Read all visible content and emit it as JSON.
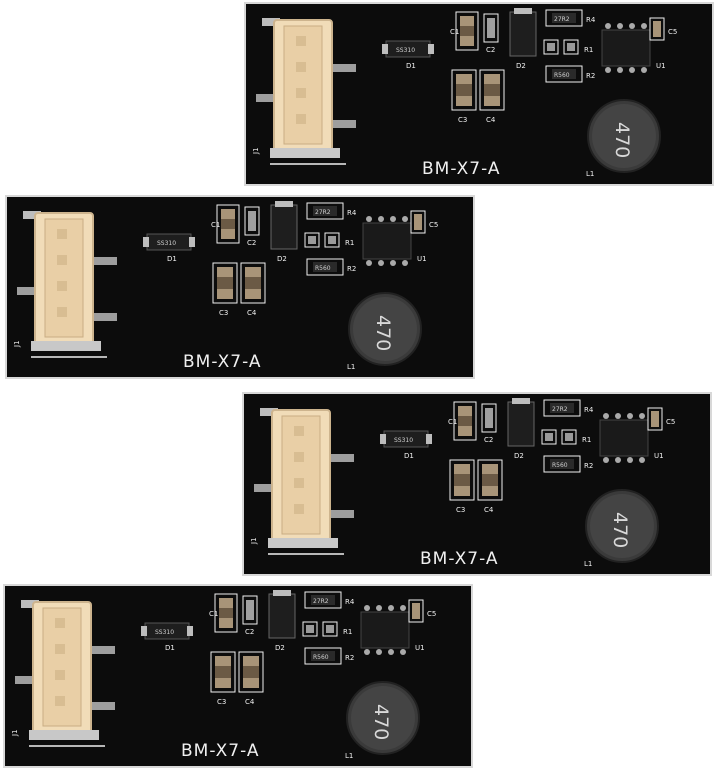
{
  "boards": [
    {
      "model": "BM-X7-A",
      "connector": "J1",
      "diode": "SS310",
      "diode_ref": "D1",
      "diode2_ref": "D2",
      "capacitors": [
        "C1",
        "C2",
        "C3",
        "C4",
        "C5"
      ],
      "resistors": [
        "R1",
        "R2",
        "R4"
      ],
      "resistor_codes": [
        "27R2",
        "R560"
      ],
      "ic_ref": "U1",
      "inductor_value": "470",
      "inductor_ref": "L1"
    },
    {
      "model": "BM-X7-A",
      "connector": "J1",
      "diode": "SS310",
      "diode_ref": "D1",
      "diode2_ref": "D2",
      "capacitors": [
        "C1",
        "C2",
        "C3",
        "C4",
        "C5"
      ],
      "resistors": [
        "R1",
        "R2",
        "R4"
      ],
      "resistor_codes": [
        "27R2",
        "R560"
      ],
      "ic_ref": "U1",
      "inductor_value": "470",
      "inductor_ref": "L1"
    },
    {
      "model": "BM-X7-A",
      "connector": "J1",
      "diode": "SS310",
      "diode_ref": "D1",
      "diode2_ref": "D2",
      "capacitors": [
        "C1",
        "C2",
        "C3",
        "C4",
        "C5"
      ],
      "resistors": [
        "R1",
        "R2",
        "R4"
      ],
      "resistor_codes": [
        "27R2",
        "R560"
      ],
      "ic_ref": "U1",
      "inductor_value": "470",
      "inductor_ref": "L1"
    },
    {
      "model": "BM-X7-A",
      "connector": "J1",
      "diode": "SS310",
      "diode_ref": "D1",
      "diode2_ref": "D2",
      "capacitors": [
        "C1",
        "C2",
        "C3",
        "C4",
        "C5"
      ],
      "resistors": [
        "R1",
        "R2",
        "R4"
      ],
      "resistor_codes": [
        "27R2",
        "R560"
      ],
      "ic_ref": "U1",
      "inductor_value": "470",
      "inductor_ref": "L1"
    }
  ],
  "colors": {
    "pcb": "#0c0c0c",
    "silkscreen": "#f0f0f0",
    "connector": "#f1dcb8",
    "inductor": "#3a3a3a"
  }
}
